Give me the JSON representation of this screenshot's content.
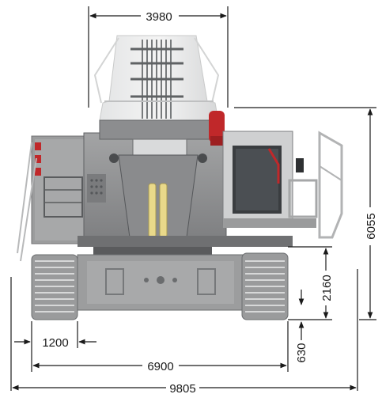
{
  "diagram": {
    "dimensions": {
      "mast_width": "3980",
      "overall_height": "6055",
      "deck_height": "2160",
      "ground_clearance": "630",
      "track_shoe_width": "1200",
      "track_gauge": "6900",
      "overall_width": "9805"
    },
    "colors": {
      "body": "#8e8f90",
      "body_dark": "#6f7072",
      "body_light": "#b9babb",
      "cab_glass": "#3a3d40",
      "accent_red": "#c0282a",
      "yellow": "#e9d98a",
      "track": "#9a9b9c",
      "dim_line": "#1a1a1a"
    }
  }
}
